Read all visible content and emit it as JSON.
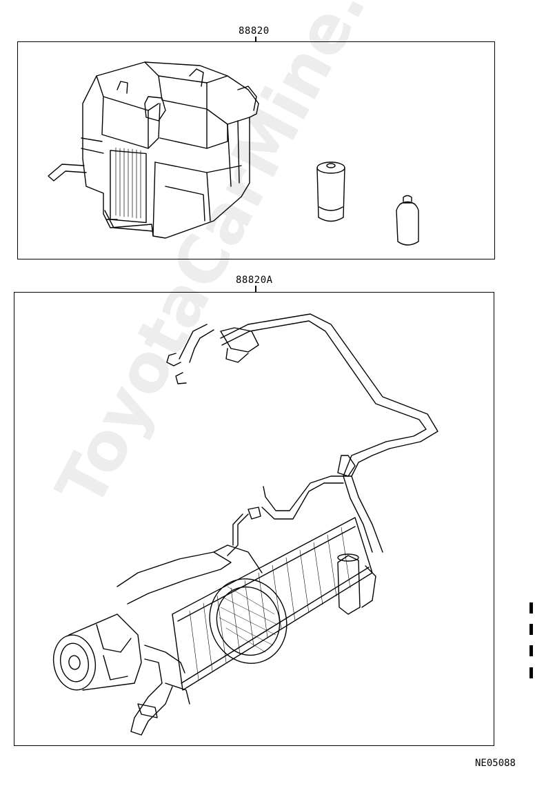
{
  "diagram": {
    "upper_part_number": "88820",
    "lower_part_number": "88820A",
    "figure_id": "NE05088",
    "watermark": "ToyotaCarMine.ru"
  }
}
